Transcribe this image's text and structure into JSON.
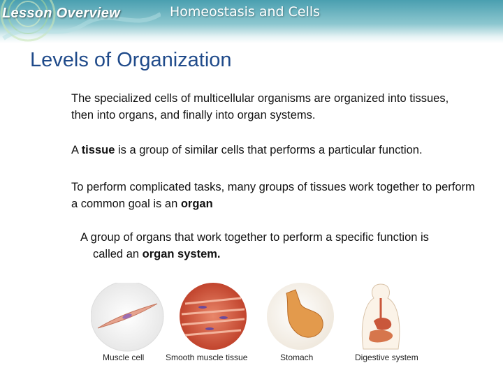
{
  "header": {
    "lesson_label": "Lesson Overview",
    "topic": "Homeostasis and Cells"
  },
  "slide": {
    "title": "Levels of Organization",
    "p1": "The specialized cells of multicellular organisms are organized into tissues, then into organs, and finally into organ systems.",
    "p2_a": "A ",
    "p2_term": "tissue",
    "p2_b": " is a group of similar cells that performs a particular function.",
    "p3_a": "To perform complicated tasks, many groups of tissues work together to perform  a common goal is an ",
    "p3_term": "organ",
    "p4_a": "A group of organs that work together to perform a specific function is",
    "p4_b": "called an ",
    "p4_term": "organ system."
  },
  "figure": {
    "captions": [
      "Muscle cell",
      "Smooth muscle tissue",
      "Stomach",
      "Digestive system"
    ]
  },
  "colors": {
    "title": "#1f4a8a",
    "header_teal": "#4a9fb0",
    "tissue_red": "#d4553f",
    "stomach_orange": "#e39a4c"
  }
}
